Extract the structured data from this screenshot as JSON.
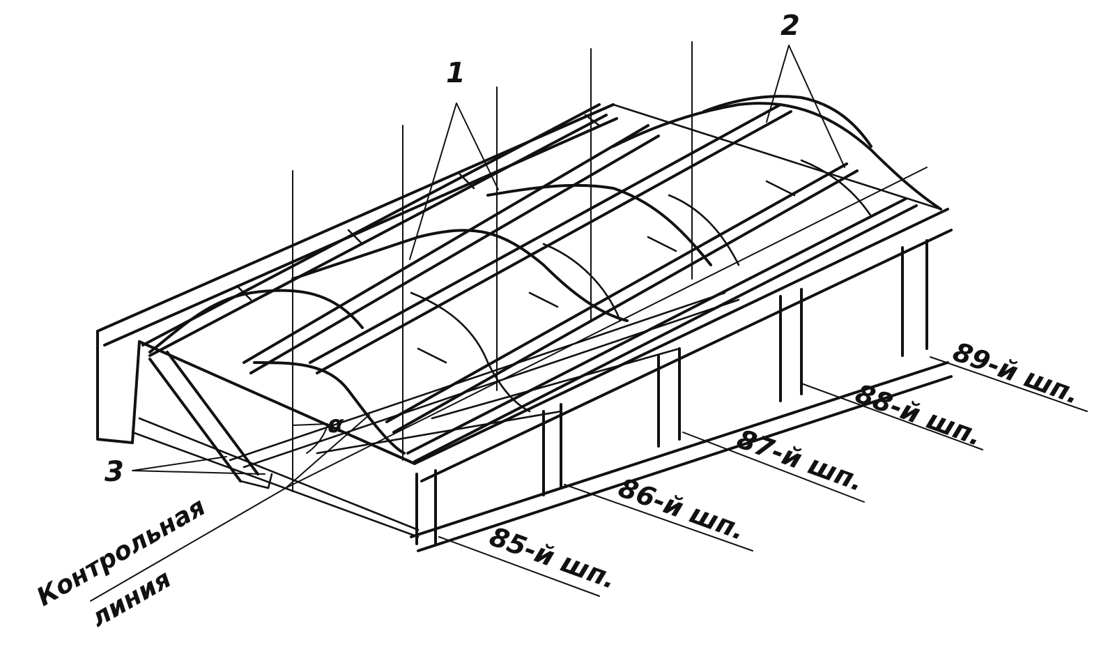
{
  "callouts": {
    "one": "1",
    "two": "2",
    "three": "3",
    "alpha": "α"
  },
  "frames": [
    "85-й шп.",
    "86-й шп.",
    "87-й шп.",
    "88-й шп.",
    "89-й шп."
  ],
  "control_line": {
    "line1": "Контрольная",
    "line2": "линия"
  }
}
